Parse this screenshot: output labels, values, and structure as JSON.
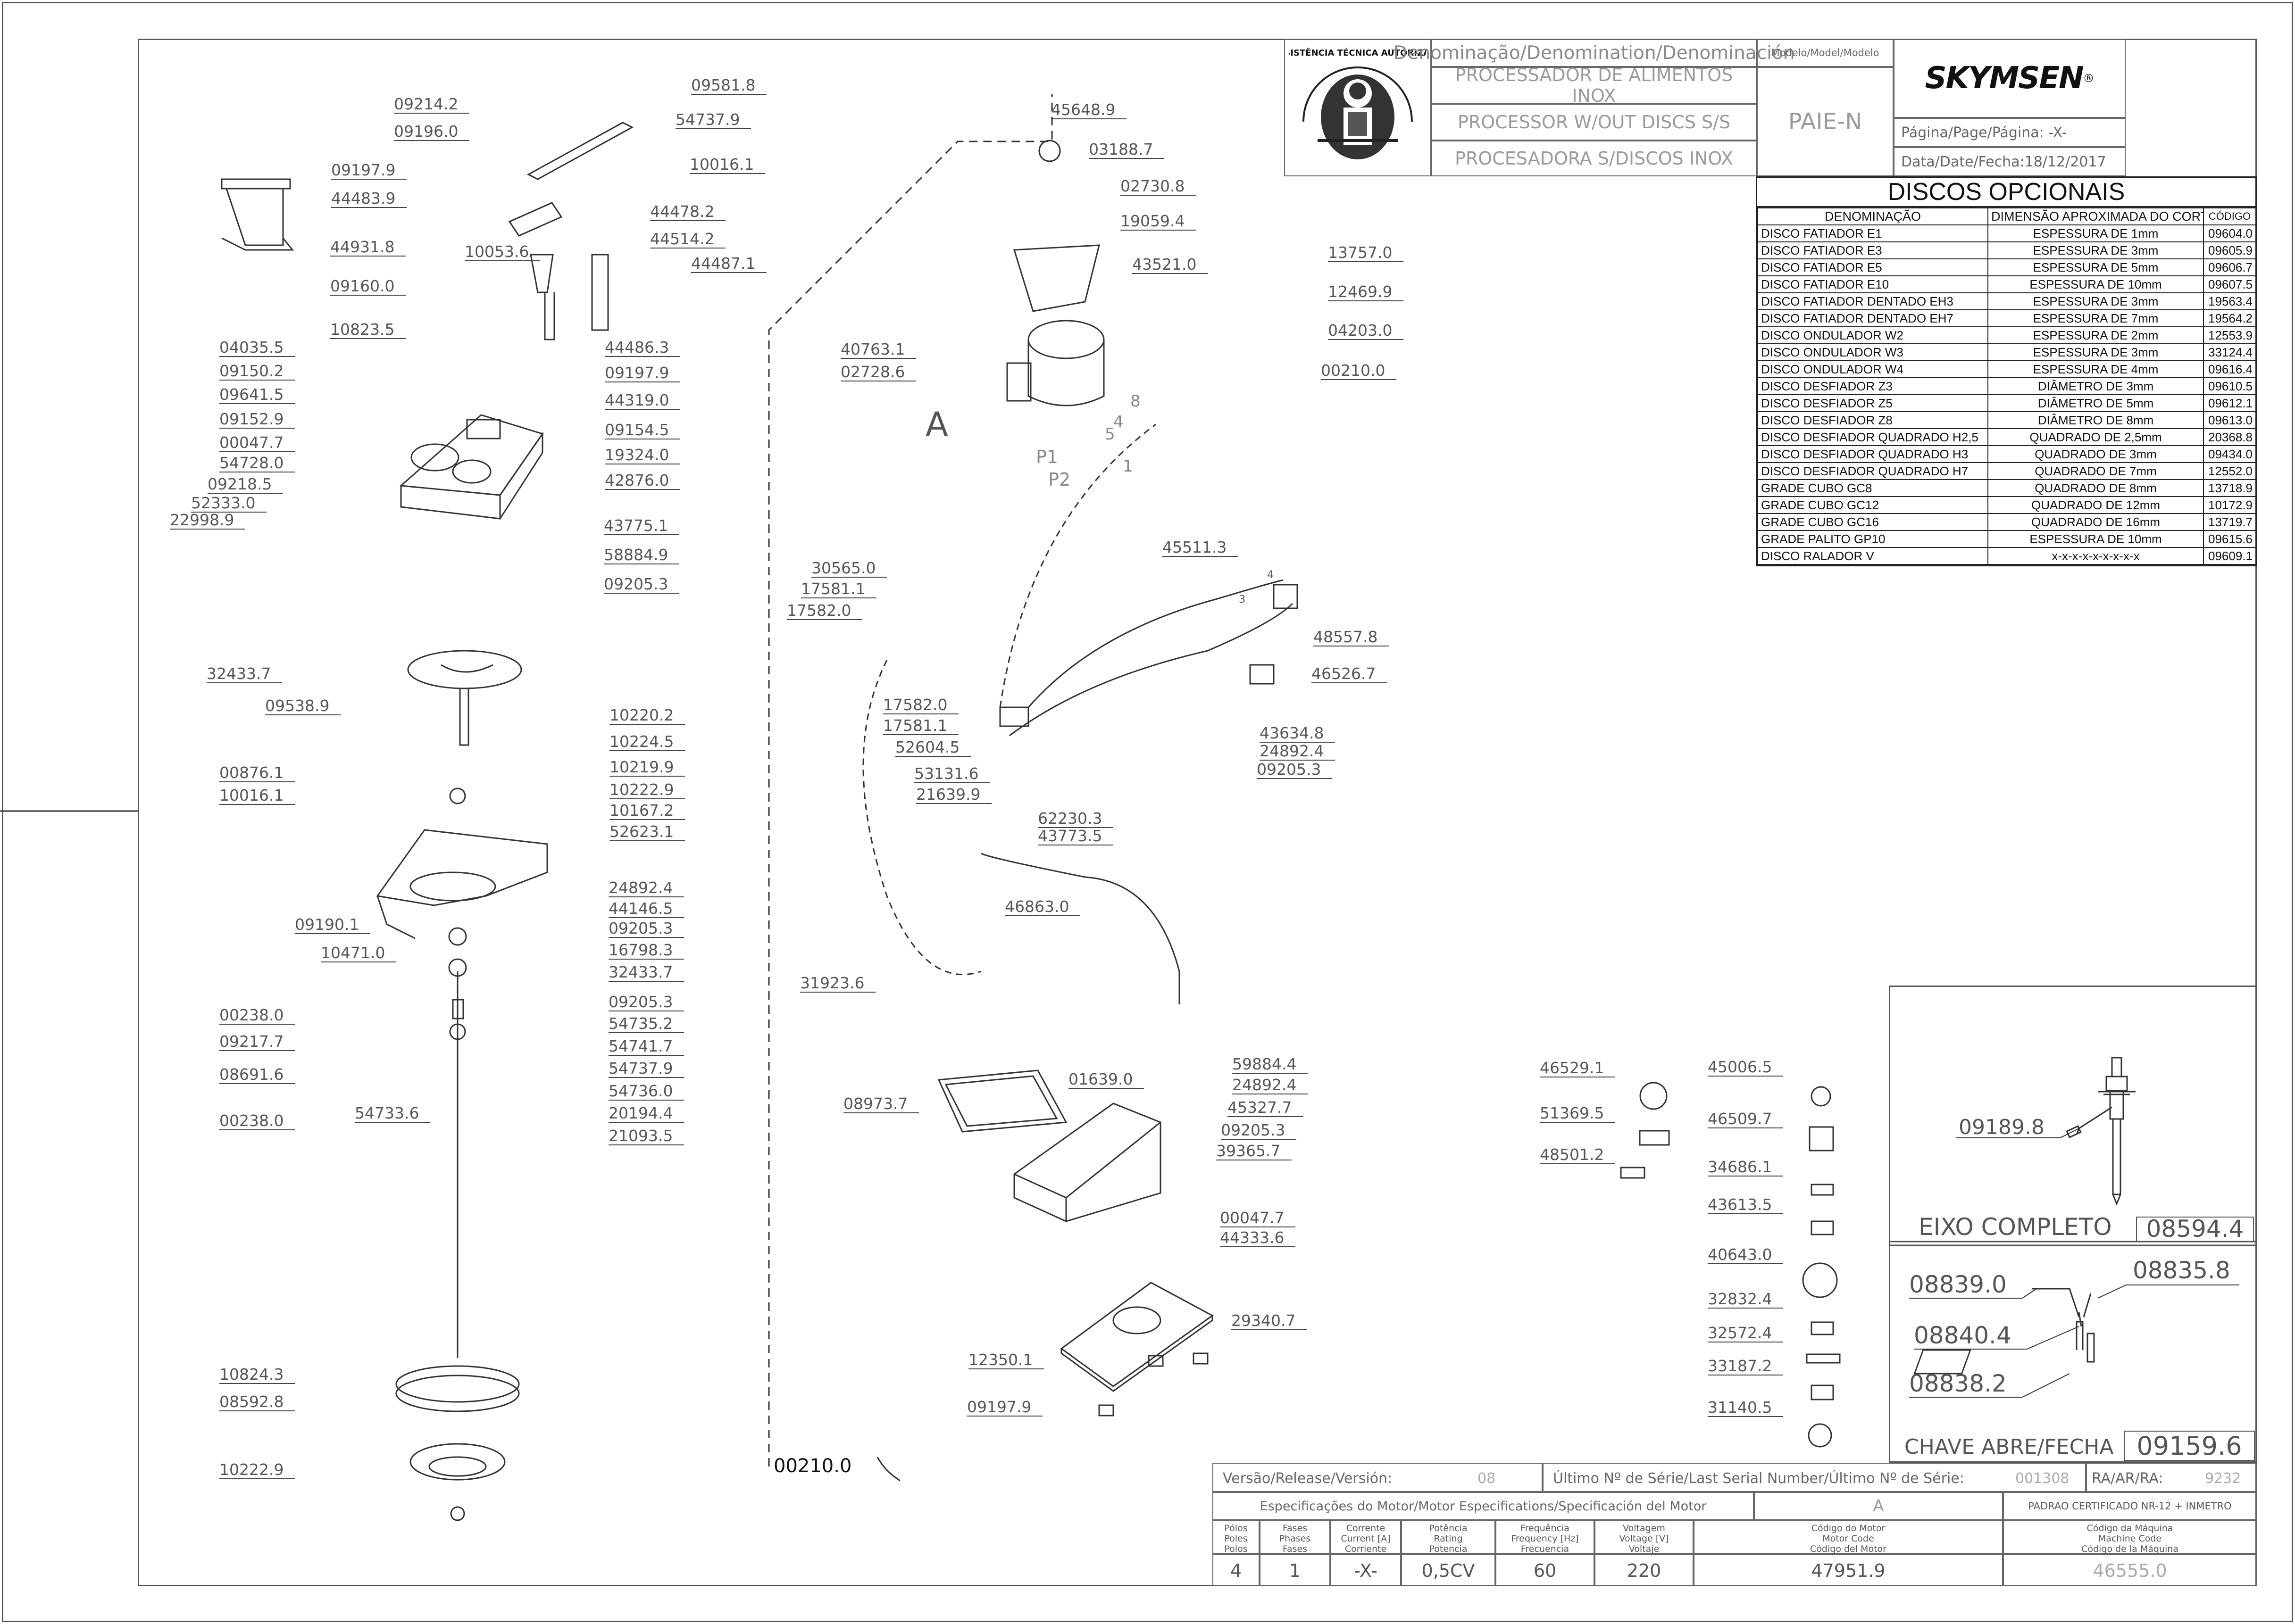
{
  "header": {
    "denomination_label": "Denominação/Denomination/Denominación",
    "name_pt": "PROCESSADOR DE ALIMENTOS INOX",
    "name_en": "PROCESSOR W/OUT DISCS S/S",
    "name_es": "PROCESADORA S/DISCOS INOX",
    "model_label": "Modelo/Model/Modelo",
    "model_value": "PAIE-N",
    "brand": "SKYMSEN",
    "page_label": "Página/Page/Página: -X-",
    "date_label": "Data/Date/Fecha:",
    "date_value": "18/12/2017",
    "seal_text": "ASSISTÊNCIA TÉCNICA AUTORIZADA"
  },
  "disc_table": {
    "title": "DISCOS OPCIONAIS",
    "headers": [
      "DENOMINAÇÃO",
      "DIMENSÃO APROXIMADA DO CORTE",
      "CÓDIGO"
    ],
    "rows": [
      [
        "DISCO FATIADOR E1",
        "ESPESSURA DE 1mm",
        "09604.0"
      ],
      [
        "DISCO FATIADOR E3",
        "ESPESSURA DE 3mm",
        "09605.9"
      ],
      [
        "DISCO FATIADOR E5",
        "ESPESSURA DE 5mm",
        "09606.7"
      ],
      [
        "DISCO FATIADOR E10",
        "ESPESSURA DE 10mm",
        "09607.5"
      ],
      [
        "DISCO FATIADOR DENTADO EH3",
        "ESPESSURA DE 3mm",
        "19563.4"
      ],
      [
        "DISCO FATIADOR DENTADO EH7",
        "ESPESSURA DE 7mm",
        "19564.2"
      ],
      [
        "DISCO ONDULADOR W2",
        "ESPESSURA DE 2mm",
        "12553.9"
      ],
      [
        "DISCO ONDULADOR W3",
        "ESPESSURA DE 3mm",
        "33124.4"
      ],
      [
        "DISCO ONDULADOR W4",
        "ESPESSURA DE 4mm",
        "09616.4"
      ],
      [
        "DISCO DESFIADOR Z3",
        "DIÂMETRO DE 3mm",
        "09610.5"
      ],
      [
        "DISCO DESFIADOR Z5",
        "DIÂMETRO DE 5mm",
        "09612.1"
      ],
      [
        "DISCO DESFIADOR Z8",
        "DIÂMETRO DE 8mm",
        "09613.0"
      ],
      [
        "DISCO DESFIADOR QUADRADO H2,5",
        "QUADRADO DE 2,5mm",
        "20368.8"
      ],
      [
        "DISCO DESFIADOR QUADRADO H3",
        "QUADRADO DE 3mm",
        "09434.0"
      ],
      [
        "DISCO DESFIADOR QUADRADO H7",
        "QUADRADO DE 7mm",
        "12552.0"
      ],
      [
        "GRADE CUBO GC8",
        "QUADRADO DE 8mm",
        "13718.9"
      ],
      [
        "GRADE CUBO GC12",
        "QUADRADO DE 12mm",
        "10172.9"
      ],
      [
        "GRADE CUBO GC16",
        "QUADRADO DE 16mm",
        "13719.7"
      ],
      [
        "GRADE PALITO GP10",
        "ESPESSURA DE 10mm",
        "09615.6"
      ],
      [
        "DISCO RALADOR V",
        "x-x-x-x-x-x-x-x-x",
        "09609.1"
      ]
    ]
  },
  "eixo": {
    "part": "09189.8",
    "label": "EIXO COMPLETO",
    "code": "08594.4"
  },
  "chave": {
    "parts": [
      "08839.0",
      "08835.8",
      "08840.4",
      "08838.2"
    ],
    "label": "CHAVE ABRE/FECHA",
    "code": "09159.6"
  },
  "footer": {
    "version_label": "Versão/Release/Versión:",
    "version_value": "08",
    "serial_label": "Último Nº de Série/Last Serial Number/Último Nº de Série:",
    "serial_value": "001308",
    "ra_label": "RA/AR/RA:",
    "ra_value": "9232",
    "spec_label": "Especificações do Motor/Motor Especifications/Specificación del Motor",
    "motor_letter": "A",
    "cert_label": "PADRAO CERTIFICADO NR-12 + INMETRO",
    "spec_headers": [
      "Pólos\nPoles\nPolos",
      "Fases\nPhases\nFases",
      "Corrente\nCurrent [A]\nCorriente",
      "Potência\nRating\nPotencia",
      "Frequência\nFrequency [Hz]\nFrecuencia",
      "Voltagem\nVoltage [V]\nVoltaje",
      "Código do Motor\nMotor Code\nCódigo del Motor",
      "Código da Máquina\nMachine Code\nCódigo de la Máquina"
    ],
    "spec_values": [
      "4",
      "1",
      "-X-",
      "0,5CV",
      "60",
      "220",
      "47951.9",
      "46555.0"
    ]
  },
  "callouts": [
    {
      "t": "09214.2"
    },
    {
      "t": "09196.0"
    },
    {
      "t": "09581.8"
    },
    {
      "t": "54737.9"
    },
    {
      "t": "10016.1"
    },
    {
      "t": "09197.9"
    },
    {
      "t": "44483.9"
    },
    {
      "t": "44478.2"
    },
    {
      "t": "44514.2"
    },
    {
      "t": "10053.6"
    },
    {
      "t": "44487.1"
    },
    {
      "t": "44931.8"
    },
    {
      "t": "09160.0"
    },
    {
      "t": "10823.5"
    },
    {
      "t": "04035.5"
    },
    {
      "t": "09150.2"
    },
    {
      "t": "09641.5"
    },
    {
      "t": "09152.9"
    },
    {
      "t": "00047.7"
    },
    {
      "t": "54728.0"
    },
    {
      "t": "09218.5"
    },
    {
      "t": "52333.0"
    },
    {
      "t": "22998.9"
    },
    {
      "t": "44486.3"
    },
    {
      "t": "09197.9"
    },
    {
      "t": "44319.0"
    },
    {
      "t": "09154.5"
    },
    {
      "t": "19324.0"
    },
    {
      "t": "42876.0"
    },
    {
      "t": "43775.1"
    },
    {
      "t": "58884.9"
    },
    {
      "t": "09205.3"
    },
    {
      "t": "32433.7"
    },
    {
      "t": "09538.9"
    },
    {
      "t": "10220.2"
    },
    {
      "t": "10224.5"
    },
    {
      "t": "10219.9"
    },
    {
      "t": "10222.9"
    },
    {
      "t": "10167.2"
    },
    {
      "t": "52623.1"
    },
    {
      "t": "00876.1"
    },
    {
      "t": "10016.1"
    },
    {
      "t": "24892.4"
    },
    {
      "t": "44146.5"
    },
    {
      "t": "09205.3"
    },
    {
      "t": "16798.3"
    },
    {
      "t": "32433.7"
    },
    {
      "t": "09190.1"
    },
    {
      "t": "10471.0"
    },
    {
      "t": "09205.3"
    },
    {
      "t": "54735.2"
    },
    {
      "t": "54741.7"
    },
    {
      "t": "54737.9"
    },
    {
      "t": "54736.0"
    },
    {
      "t": "20194.4"
    },
    {
      "t": "21093.5"
    },
    {
      "t": "00238.0"
    },
    {
      "t": "09217.7"
    },
    {
      "t": "08691.6"
    },
    {
      "t": "00238.0"
    },
    {
      "t": "54733.6"
    },
    {
      "t": "10824.3"
    },
    {
      "t": "08592.8"
    },
    {
      "t": "10222.9"
    },
    {
      "t": "45648.9"
    },
    {
      "t": "03188.7"
    },
    {
      "t": "02730.8"
    },
    {
      "t": "19059.4"
    },
    {
      "t": "43521.0"
    },
    {
      "t": "13757.0"
    },
    {
      "t": "12469.9"
    },
    {
      "t": "04203.0"
    },
    {
      "t": "00210.0"
    },
    {
      "t": "40763.1"
    },
    {
      "t": "02728.6"
    },
    {
      "t": "A"
    },
    {
      "t": "45511.3"
    },
    {
      "t": "48557.8"
    },
    {
      "t": "46526.7"
    },
    {
      "t": "30565.0"
    },
    {
      "t": "17581.1"
    },
    {
      "t": "17582.0"
    },
    {
      "t": "17582.0"
    },
    {
      "t": "17581.1"
    },
    {
      "t": "52604.5"
    },
    {
      "t": "43634.8"
    },
    {
      "t": "24892.4"
    },
    {
      "t": "09205.3"
    },
    {
      "t": "53131.6"
    },
    {
      "t": "21639.9"
    },
    {
      "t": "62230.3"
    },
    {
      "t": "43773.5"
    },
    {
      "t": "46863.0"
    },
    {
      "t": "31923.6"
    },
    {
      "t": "59884.4"
    },
    {
      "t": "24892.4"
    },
    {
      "t": "45327.7"
    },
    {
      "t": "09205.3"
    },
    {
      "t": "39365.7"
    },
    {
      "t": "01639.0"
    },
    {
      "t": "08973.7"
    },
    {
      "t": "00047.7"
    },
    {
      "t": "44333.6"
    },
    {
      "t": "29340.7"
    },
    {
      "t": "12350.1"
    },
    {
      "t": "09197.9"
    },
    {
      "t": "46529.1"
    },
    {
      "t": "51369.5"
    },
    {
      "t": "48501.2"
    },
    {
      "t": "45006.5"
    },
    {
      "t": "46509.7"
    },
    {
      "t": "34686.1"
    },
    {
      "t": "43613.5"
    },
    {
      "t": "40643.0"
    },
    {
      "t": "32832.4"
    },
    {
      "t": "32572.4"
    },
    {
      "t": "33187.2"
    },
    {
      "t": "31140.5"
    }
  ],
  "free_labels": {
    "ref_00210": "00210.0",
    "wire_p1": "P1",
    "wire_p2": "P2",
    "wire_1": "1",
    "wire_4": "4",
    "wire_5": "5",
    "wire_8": "8",
    "plug_3": "3",
    "plug_4": "4"
  }
}
